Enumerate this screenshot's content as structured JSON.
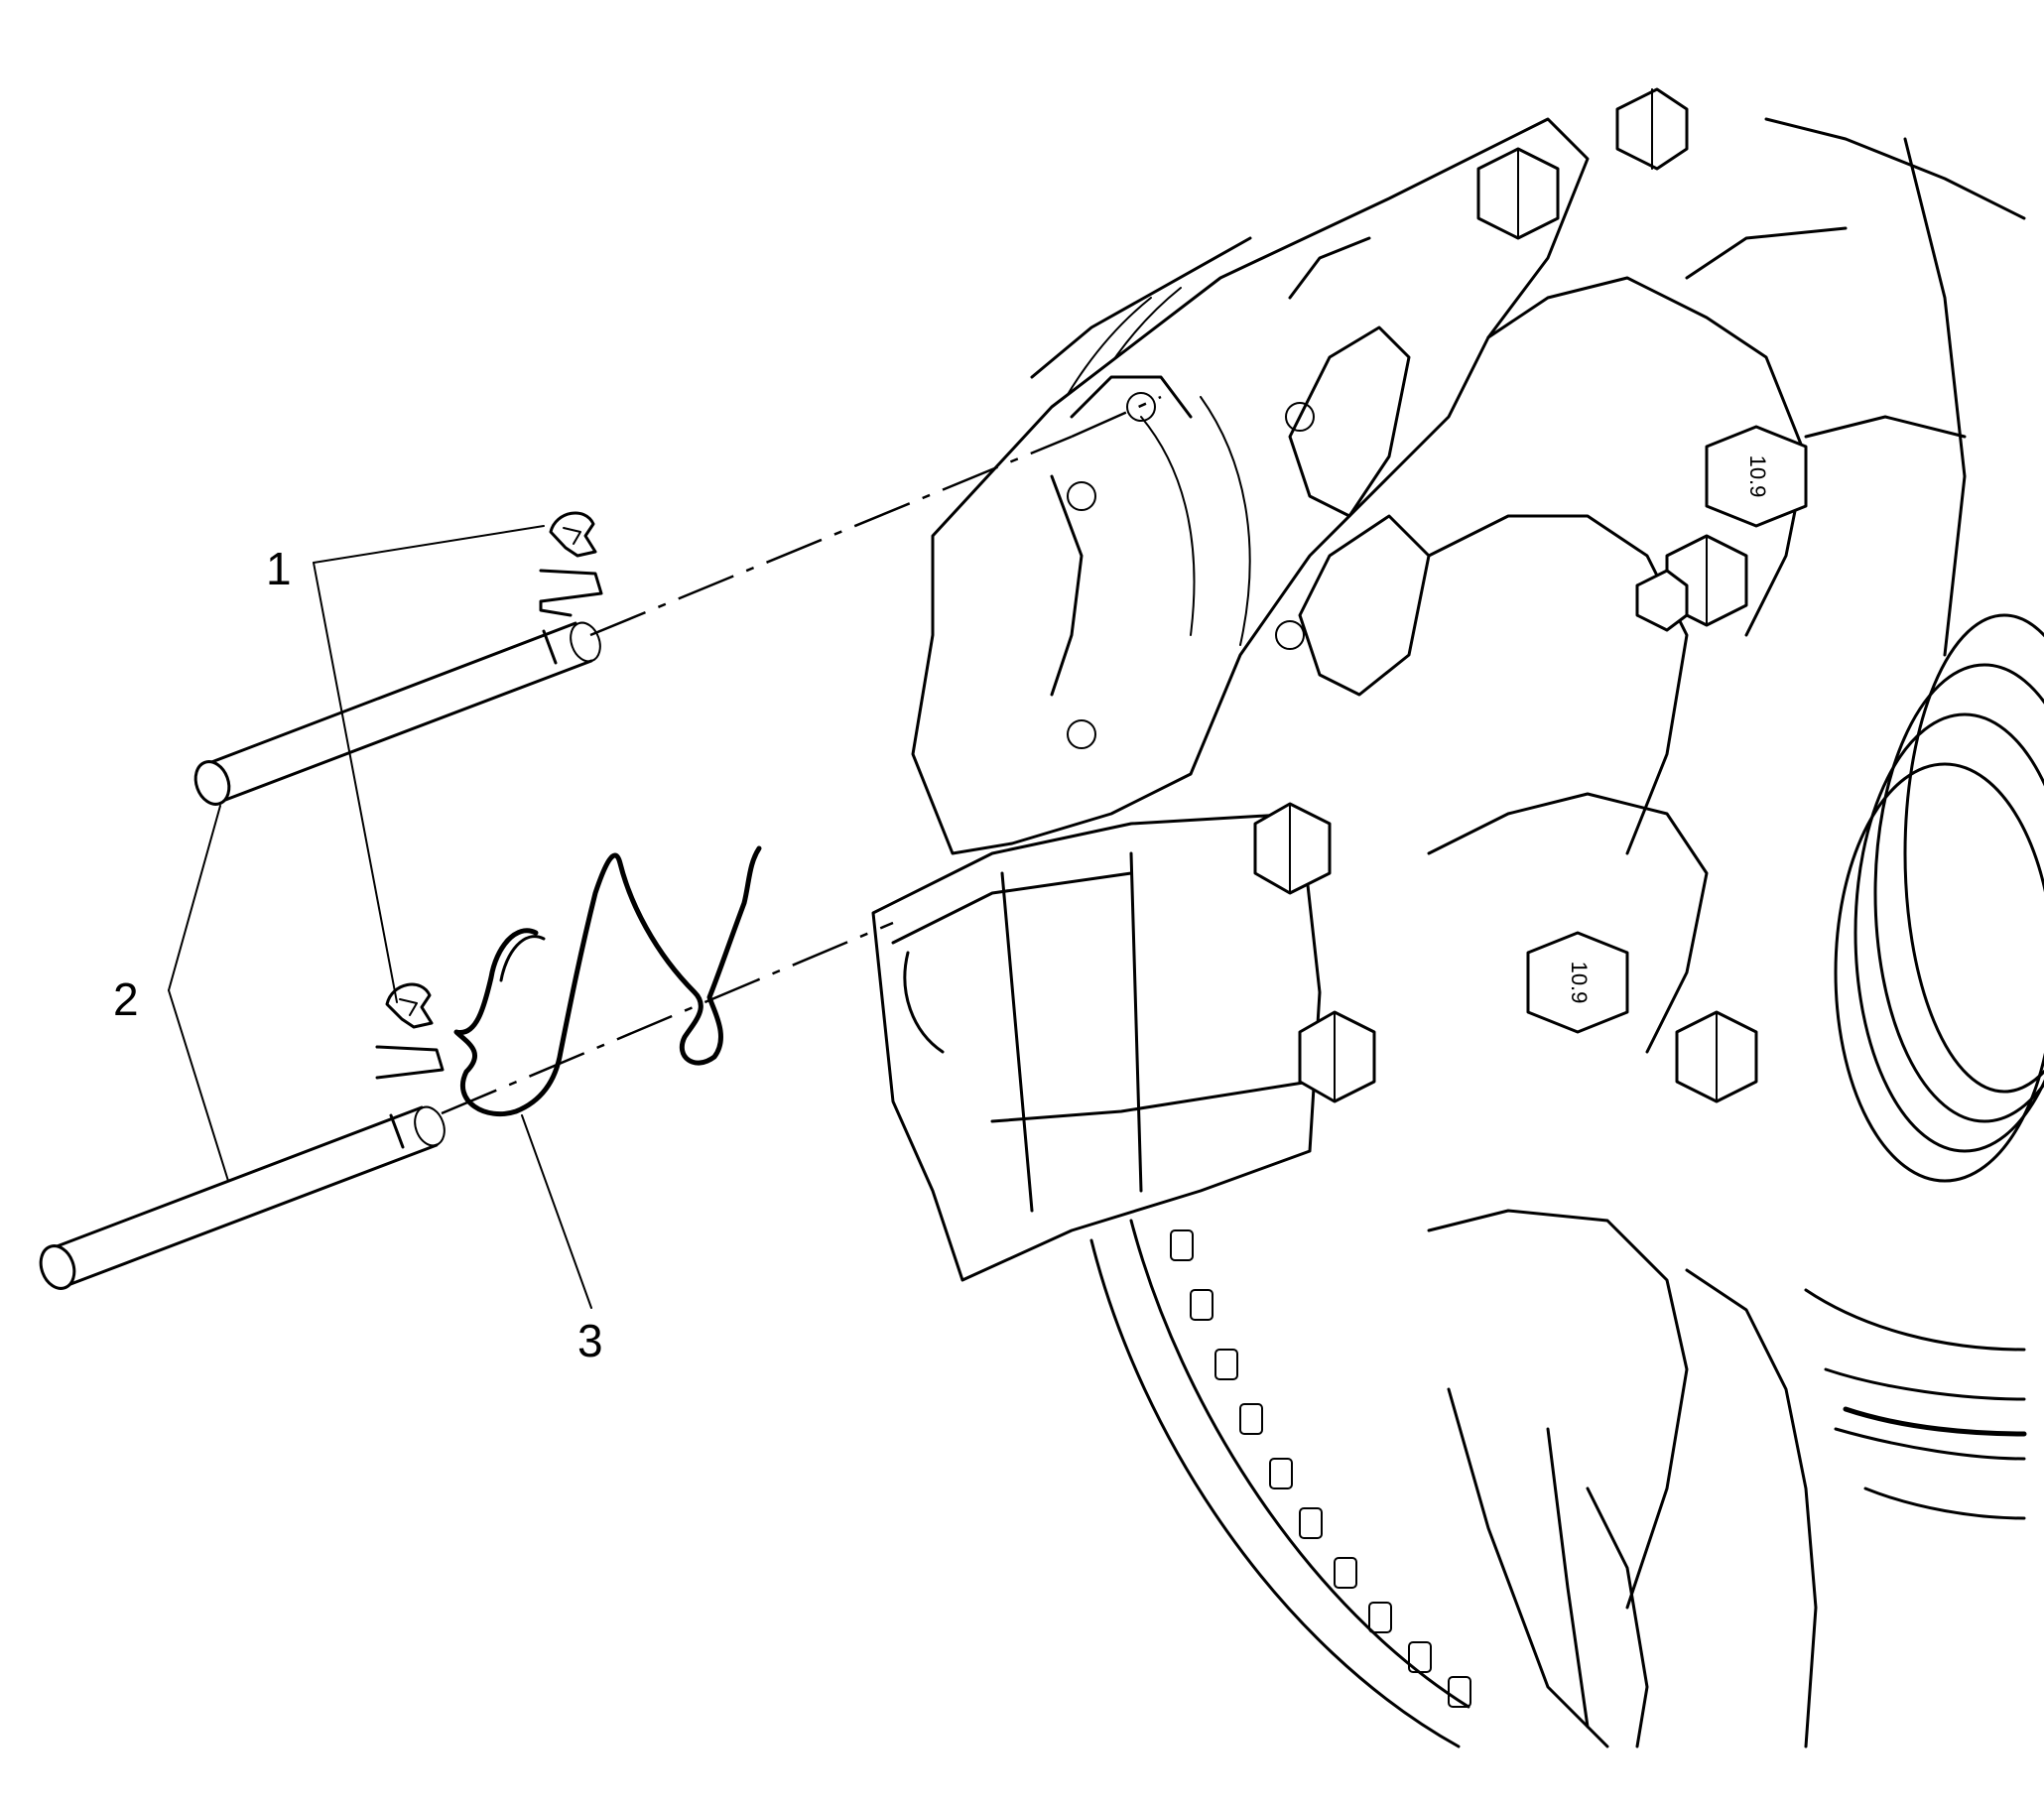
{
  "callouts": [
    {
      "id": "1",
      "label": "1"
    },
    {
      "id": "2",
      "label": "2"
    },
    {
      "id": "3",
      "label": "3"
    }
  ],
  "bolt_markings": [
    "10.9",
    "10.9"
  ],
  "colors": {
    "line": "#000000",
    "background": "#ffffff"
  }
}
